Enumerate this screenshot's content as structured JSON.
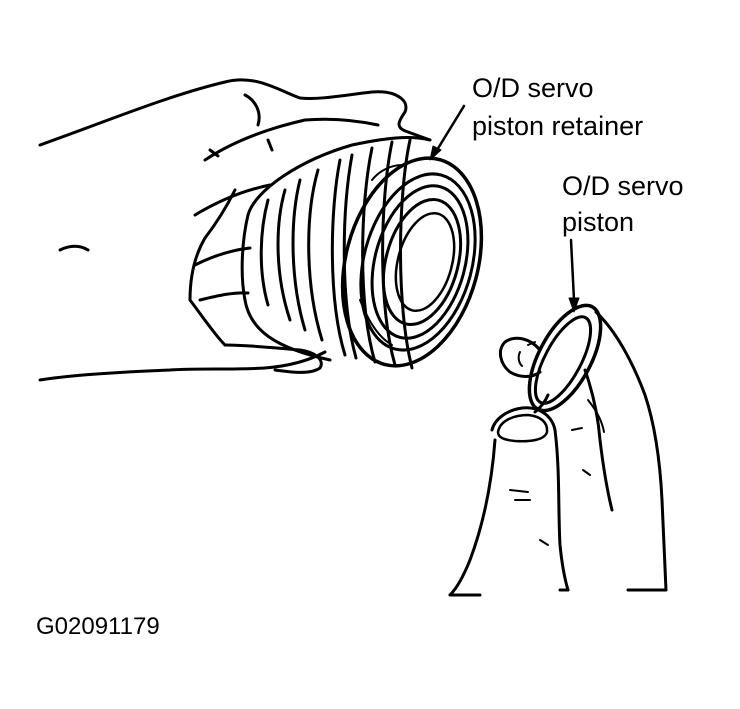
{
  "labels": {
    "retainer_line1": "O/D servo",
    "retainer_line2": "piston retainer",
    "piston_line1": "O/D servo",
    "piston_line2": "piston"
  },
  "figure_id": "G02091179",
  "colors": {
    "ink": "#000000",
    "paper": "#ffffff"
  }
}
